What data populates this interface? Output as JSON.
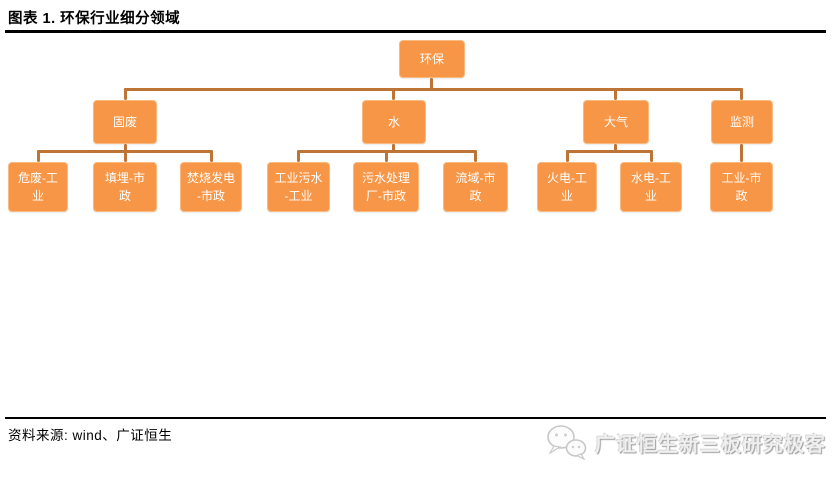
{
  "figure": {
    "title": "图表 1. 环保行业细分领域",
    "source": "资料来源: wind、广证恒生"
  },
  "tree": {
    "root": {
      "label": "环保"
    },
    "branches": [
      {
        "label": "固废",
        "children": [
          {
            "label": "危废-工\n业"
          },
          {
            "label": "填埋-市\n政"
          },
          {
            "label": "焚烧发电\n-市政"
          }
        ]
      },
      {
        "label": "水",
        "children": [
          {
            "label": "工业污水\n-工业"
          },
          {
            "label": "污水处理\n厂-市政"
          },
          {
            "label": "流域-市\n政"
          }
        ]
      },
      {
        "label": "大气",
        "children": [
          {
            "label": "火电-工\n业"
          },
          {
            "label": "水电-工\n业"
          }
        ]
      },
      {
        "label": "监测",
        "children": [
          {
            "label": "工业-市\n政"
          }
        ]
      }
    ]
  },
  "watermark": {
    "text": "广证恒生新三板研究极客",
    "icon": "wechat-bubbles-icon"
  },
  "colors": {
    "node_fill": "#F79646",
    "node_border": "#F9B97F",
    "connector": "#BE7434",
    "rule": "#000000",
    "title_text": "#000000",
    "watermark_text": "#EFEFEF"
  }
}
